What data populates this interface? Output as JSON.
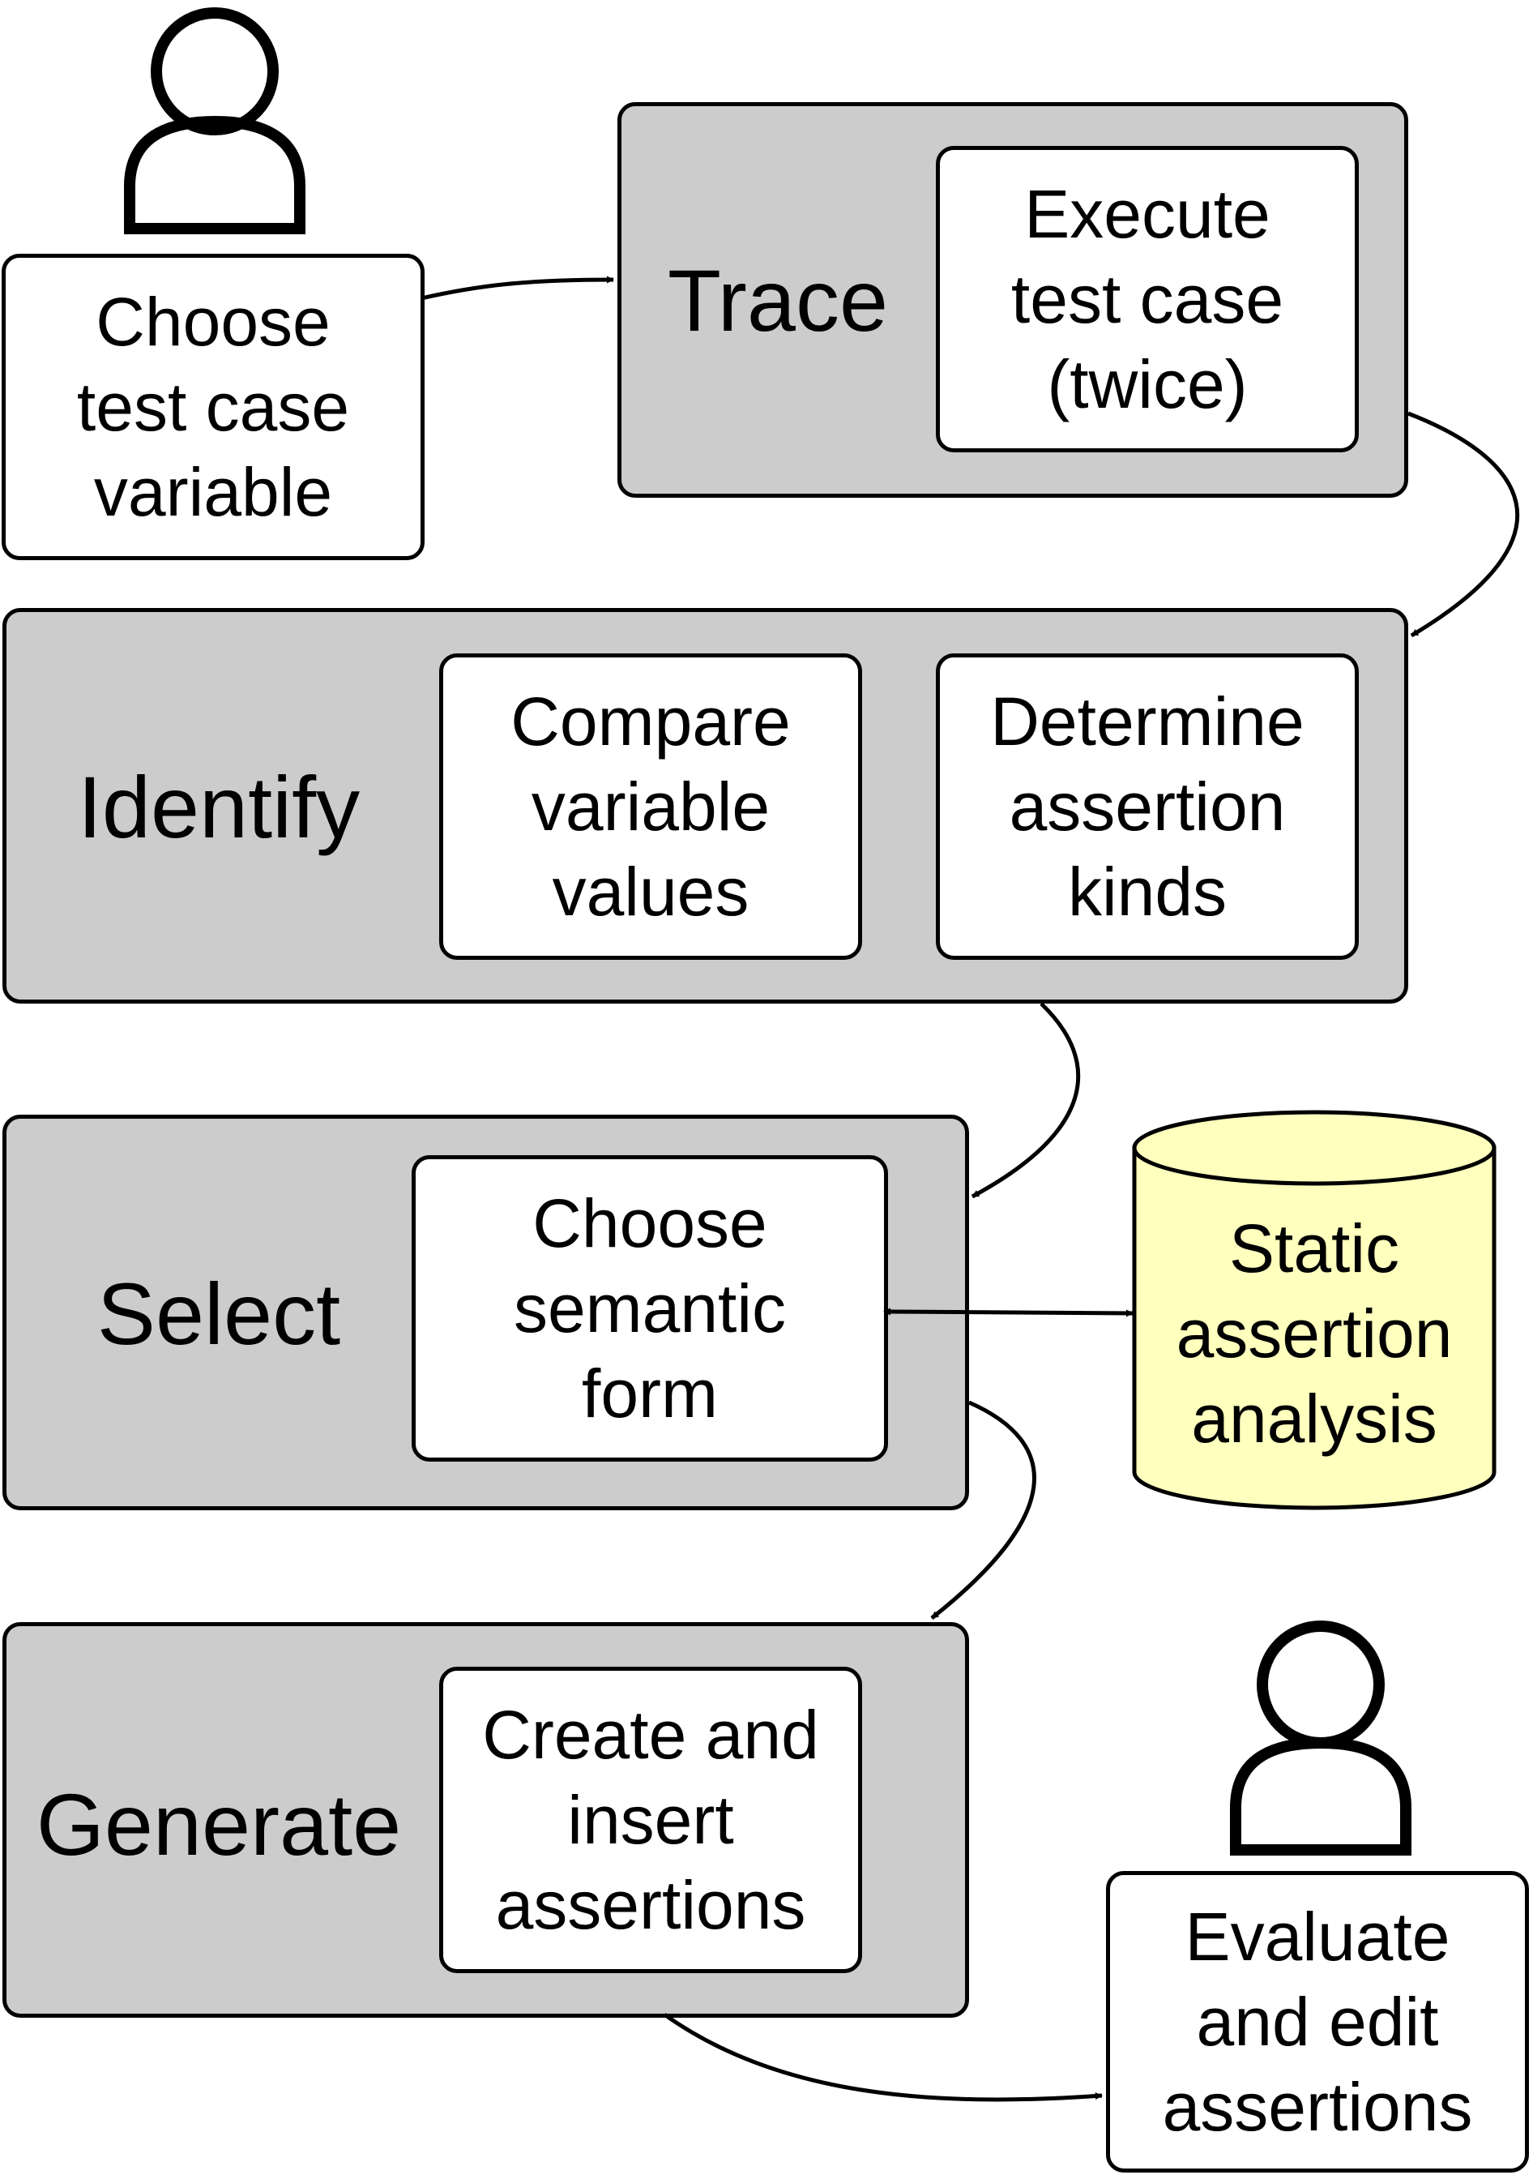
{
  "user_actor": {
    "start_box": "Choose\ntest case\nvariable",
    "end_box": "Evaluate\nand edit\nassertions"
  },
  "stages": {
    "trace": {
      "label": "Trace",
      "steps": [
        "Execute\ntest case\n(twice)"
      ]
    },
    "identify": {
      "label": "Identify",
      "steps": [
        "Compare\nvariable\nvalues",
        "Determine\nassertion\nkinds"
      ]
    },
    "select": {
      "label": "Select",
      "steps": [
        "Choose\nsemantic\nform"
      ]
    },
    "generate": {
      "label": "Generate",
      "steps": [
        "Create and\ninsert\nassertions"
      ]
    }
  },
  "database": {
    "label": "Static\nassertion\nanalysis",
    "fill": "#ffffbe"
  },
  "colors": {
    "stage_fill": "#cccccc",
    "box_fill": "#ffffff",
    "stroke": "#000000"
  },
  "icons": [
    "person-icon-start",
    "person-icon-end"
  ]
}
